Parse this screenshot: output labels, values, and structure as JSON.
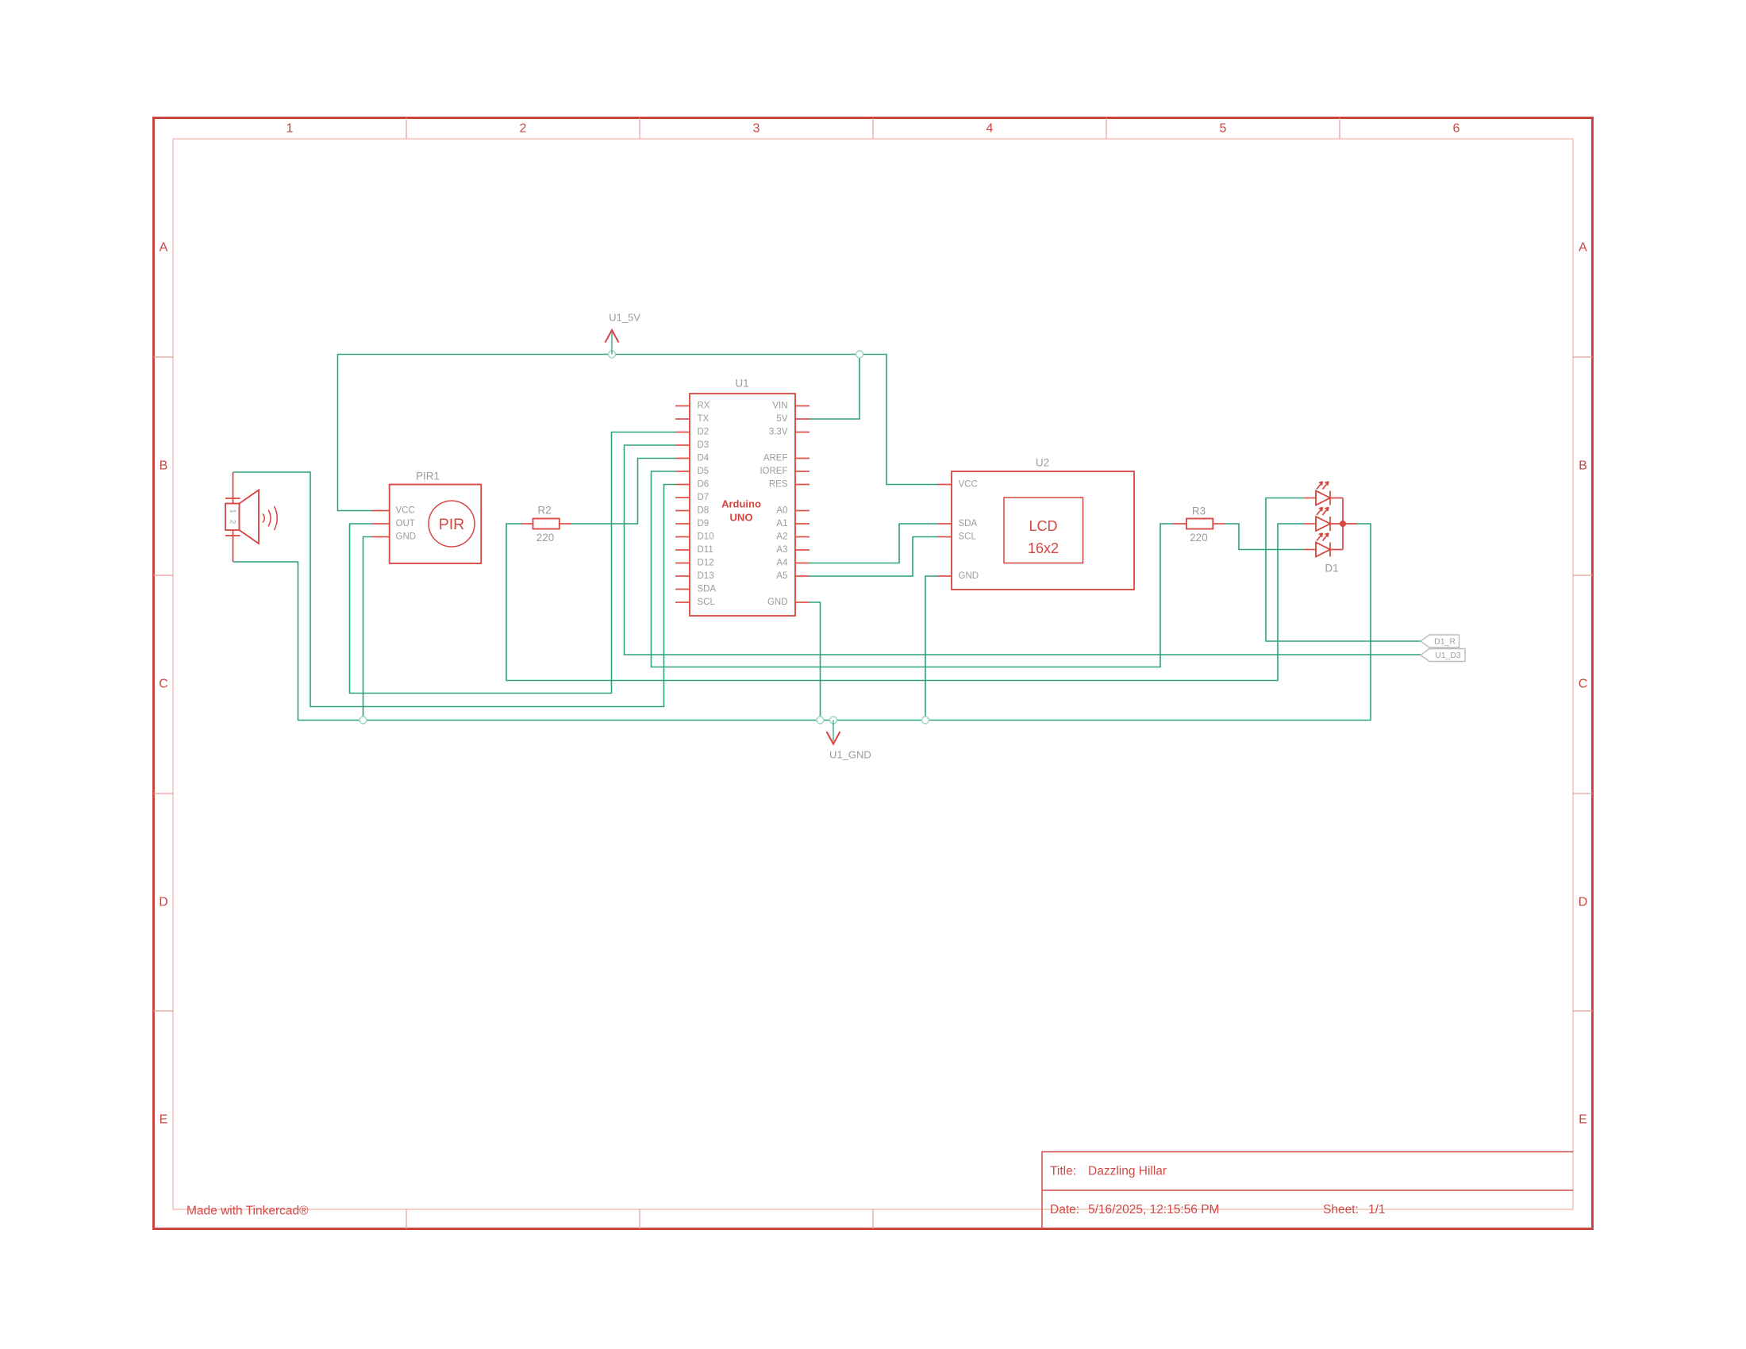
{
  "sheet": {
    "columns": [
      "1",
      "2",
      "3",
      "4",
      "5",
      "6"
    ],
    "rows": [
      "A",
      "B",
      "C",
      "D",
      "E"
    ],
    "footer": "Made with Tinkercad®",
    "title_block": {
      "title_label": "Title:",
      "title": "Dazzling Hillar",
      "date_label": "Date:",
      "date": "5/16/2025, 12:15:56 PM",
      "sheet_label": "Sheet:",
      "sheet": "1/1"
    }
  },
  "nets": {
    "power": "U1_5V",
    "ground": "U1_GND",
    "flag_d1_r": "D1_R",
    "flag_u1_d3": "U1_D3"
  },
  "arduino": {
    "ref": "U1",
    "line1": "Arduino",
    "line2": "UNO",
    "left_pins": [
      "RX",
      "TX",
      "D2",
      "D3",
      "D4",
      "D5",
      "D6",
      "D7",
      "D8",
      "D9",
      "D10",
      "D11",
      "D12",
      "D13",
      "SDA",
      "SCL"
    ],
    "right_pins": [
      "VIN",
      "5V",
      "3.3V",
      "AREF",
      "IOREF",
      "RES",
      "A0",
      "A1",
      "A2",
      "A3",
      "A4",
      "A5",
      "GND"
    ]
  },
  "lcd": {
    "ref": "U2",
    "pins": [
      "VCC",
      "SDA",
      "SCL",
      "GND"
    ],
    "line1": "LCD",
    "line2": "16x2"
  },
  "pir": {
    "ref": "PIR1",
    "pins": [
      "VCC",
      "OUT",
      "GND"
    ],
    "label": "PIR"
  },
  "resistors": [
    {
      "ref": "R2",
      "value": "220"
    },
    {
      "ref": "R3",
      "value": "220"
    }
  ],
  "led": {
    "ref": "D1"
  },
  "speaker": {
    "pins": [
      "1",
      "2"
    ]
  },
  "colors": {
    "wire_green": "#2fa17d",
    "junction_green": "#9ad7bd",
    "component_red": "#d6453f",
    "pin_stub_red": "#e0534d",
    "frame_red": "#c94540",
    "frame_light_red": "#f0b0a8",
    "label_gray": "#9b9b9b",
    "flag_outline_gray": "#bcbcbc"
  }
}
